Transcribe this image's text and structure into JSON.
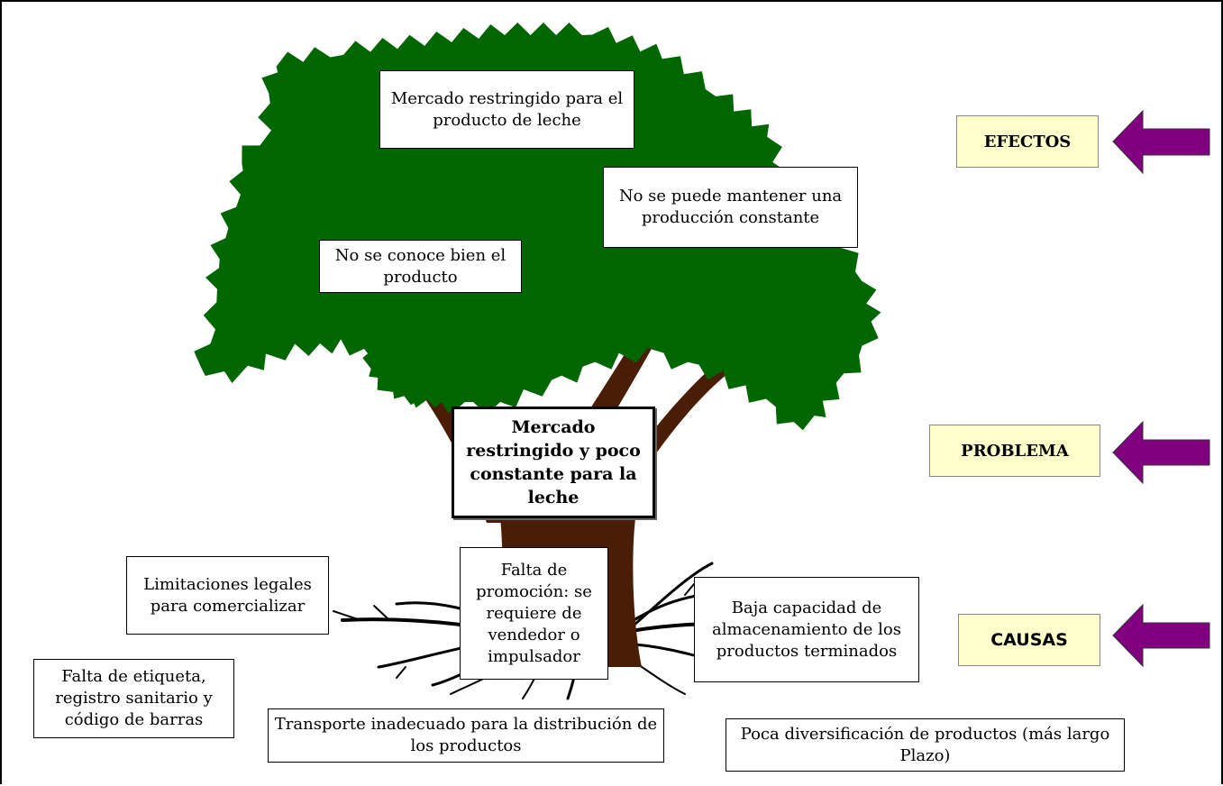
{
  "effects": {
    "label": "EFECTOS",
    "items": [
      "Mercado restringido para el producto de leche",
      "No se puede mantener una producción constante",
      "No se conoce bien el producto"
    ]
  },
  "problem": {
    "label": "PROBLEMA",
    "text": "Mercado restringido y poco constante para la leche"
  },
  "causes": {
    "label": "CAUSAS",
    "items": [
      "Limitaciones legales para comercializar",
      "Falta de promoción: se requiere de vendedor o impulsador",
      "Baja capacidad de almacenamiento de los productos terminados",
      "Falta de etiqueta, registro sanitario y código de barras",
      "Transporte inadecuado para la distribución de los productos",
      "Poca diversificación de productos (más largo Plazo)"
    ]
  },
  "colors": {
    "foliage": "#006600",
    "trunk": "#4a1e06",
    "roots": "#000000",
    "arrow": "#800080",
    "tag_fill": "#ffffcc"
  },
  "icons": {
    "arrow": "left-arrow-icon",
    "tree": "tree-illustration"
  }
}
